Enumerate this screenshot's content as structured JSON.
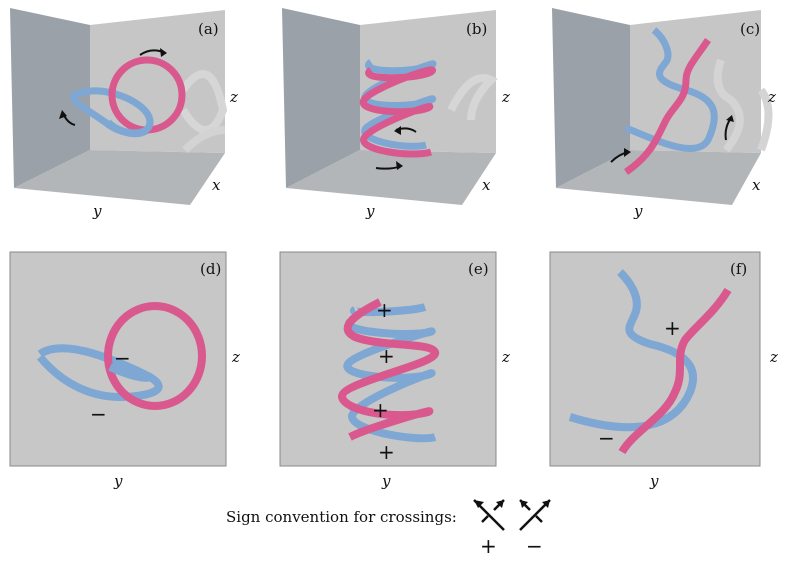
{
  "colors": {
    "blue": "#7ea7d3",
    "pink": "#d9588d",
    "box_bg": "#c7c7c7",
    "wall": "#9aa0a6",
    "floor": "#a9adb2"
  },
  "panels": [
    {
      "id": "a",
      "label": "(a)",
      "axes": {
        "z": "z",
        "x": "x",
        "y": "y"
      }
    },
    {
      "id": "b",
      "label": "(b)",
      "axes": {
        "z": "z",
        "x": "x",
        "y": "y"
      }
    },
    {
      "id": "c",
      "label": "(c)",
      "axes": {
        "z": "z",
        "x": "x",
        "y": "y"
      }
    },
    {
      "id": "d",
      "label": "(d)",
      "axes": {
        "z": "z",
        "y": "y"
      },
      "signs": [
        "−",
        "−"
      ]
    },
    {
      "id": "e",
      "label": "(e)",
      "axes": {
        "z": "z",
        "y": "y"
      },
      "signs": [
        "+",
        "+",
        "+",
        "+"
      ]
    },
    {
      "id": "f",
      "label": "(f)",
      "axes": {
        "z": "z",
        "y": "y"
      },
      "signs": [
        "+",
        "−"
      ]
    }
  ],
  "legend": {
    "caption": "Sign convention for crossings:",
    "plus": "+",
    "minus": "−"
  }
}
